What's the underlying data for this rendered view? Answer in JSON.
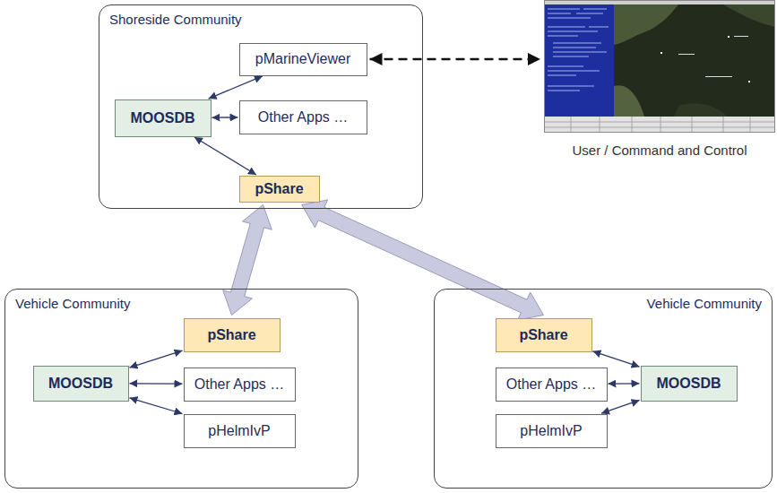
{
  "diagram": {
    "nodes": [
      {
        "text": [
          "Shoreside Community"
        ]
      },
      {
        "text": [
          "pMarineViewer"
        ],
        "in": 0
      },
      {
        "text": [
          "MOOSDB"
        ],
        "in": 0
      },
      {
        "text": [
          "Other Apps …"
        ],
        "in": 0
      },
      {
        "text": [
          "pShare"
        ],
        "in": 0
      },
      {
        "text": [
          "User / Command and Control"
        ]
      },
      {
        "text": [
          "Vehicle Community"
        ]
      },
      {
        "text": [
          "pShare"
        ],
        "in": 6
      },
      {
        "text": [
          "MOOSDB"
        ],
        "in": 6
      },
      {
        "text": [
          "Other Apps …"
        ],
        "in": 6
      },
      {
        "text": [
          "pHelmIvP"
        ],
        "in": 6
      },
      {
        "text": [
          "Vehicle Community"
        ]
      },
      {
        "text": [
          "pShare"
        ],
        "in": 11
      },
      {
        "text": [
          "Other Apps …"
        ],
        "in": 11
      },
      {
        "text": [
          "MOOSDB"
        ],
        "in": 11
      },
      {
        "text": [
          "pHelmIvP"
        ],
        "in": 11
      }
    ],
    "edges": [
      {
        "from": 2,
        "to": 1,
        "arrow": "both"
      },
      {
        "from": 2,
        "to": 3,
        "arrow": "both"
      },
      {
        "from": 2,
        "to": 4,
        "arrow": "both"
      },
      {
        "from": 1,
        "to": 5,
        "arrow": "both"
      },
      {
        "from": 4,
        "to": 7,
        "arrow": "both"
      },
      {
        "from": 4,
        "to": 12,
        "arrow": "both"
      },
      {
        "from": 8,
        "to": 7,
        "arrow": "both"
      },
      {
        "from": 8,
        "to": 9,
        "arrow": "both"
      },
      {
        "from": 8,
        "to": 10,
        "arrow": "both"
      },
      {
        "from": 14,
        "to": 12,
        "arrow": "both"
      },
      {
        "from": 14,
        "to": 13,
        "arrow": "both"
      },
      {
        "from": 14,
        "to": 15,
        "arrow": "both"
      }
    ]
  }
}
